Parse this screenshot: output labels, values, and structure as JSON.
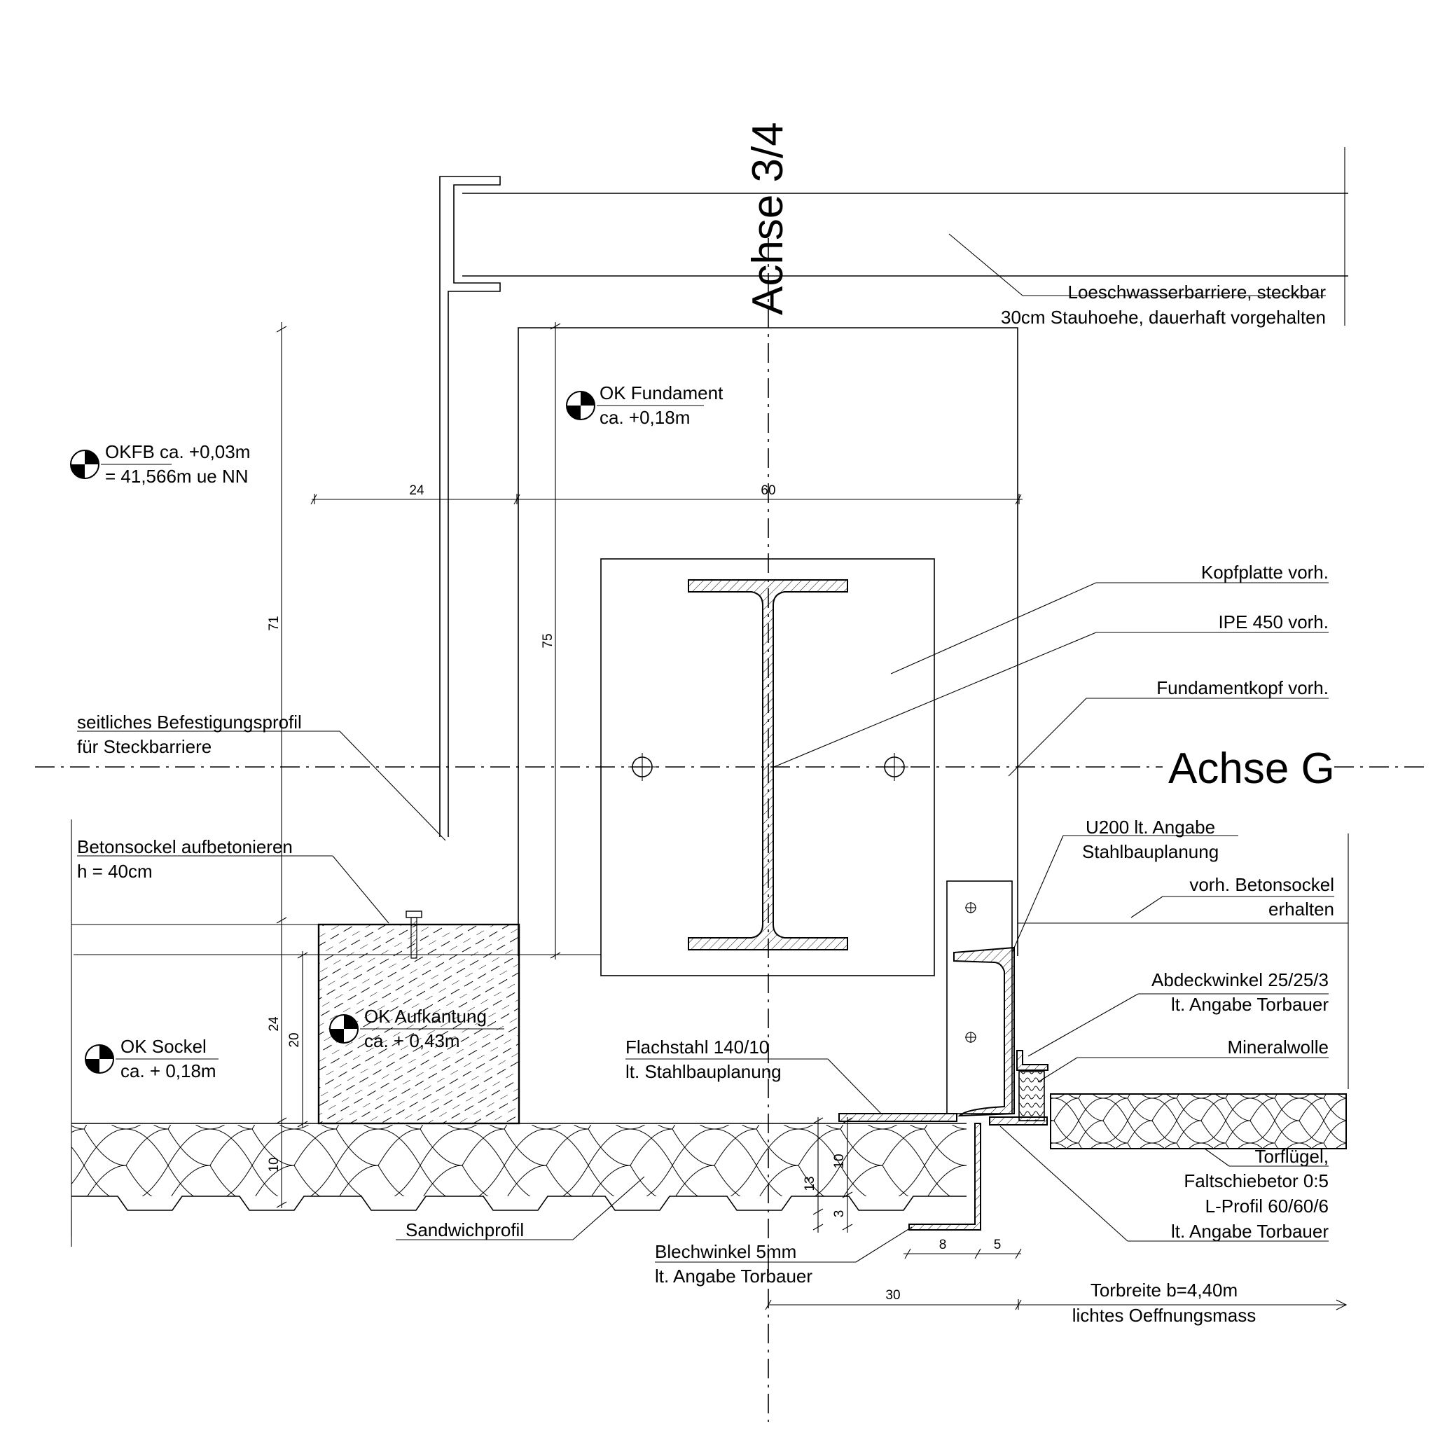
{
  "axes": {
    "vertical": "Achse 3/4",
    "horizontal": "Achse G"
  },
  "levels": {
    "okfb": {
      "line1": "OKFB ca. +0,03m",
      "line2": "= 41,566m ue NN"
    },
    "ok_fundament": {
      "line1": "OK Fundament",
      "line2": "ca. +0,18m"
    },
    "ok_aufkantung": {
      "line1": "OK Aufkantung",
      "line2": "ca. + 0,43m"
    },
    "ok_sockel": {
      "line1": "OK Sockel",
      "line2": "ca. + 0,18m"
    }
  },
  "labels": {
    "loeschwasser": {
      "line1": "Loeschwasserbarriere, steckbar",
      "line2": "30cm Stauhoehe, dauerhaft vorgehalten"
    },
    "kopfplatte": "Kopfplatte vorh.",
    "ipe": "IPE 450 vorh.",
    "fundamentkopf": "Fundamentkopf vorh.",
    "befestigung": {
      "line1": "seitliches Befestigungsprofil",
      "line2": "für Steckbarriere"
    },
    "betonsockel_neu": {
      "line1": "Betonsockel aufbetonieren",
      "line2": "h = 40cm"
    },
    "u200": {
      "line1": "U200 lt. Angabe",
      "line2": "Stahlbauplanung"
    },
    "betonsockel_vorh": {
      "line1": "vorh. Betonsockel",
      "line2": "erhalten"
    },
    "abdeckwinkel": {
      "line1": "Abdeckwinkel 25/25/3",
      "line2": "lt. Angabe Torbauer"
    },
    "mineralwolle": "Mineralwolle",
    "flachstahl": {
      "line1": "Flachstahl 140/10",
      "line2": "lt. Stahlbauplanung"
    },
    "torfluegel": {
      "line1": "Torflügel,",
      "line2": "Faltschiebetor 0:5",
      "line3": "L-Profil 60/60/6",
      "line4": "lt. Angabe Torbauer"
    },
    "sandwich": "Sandwichprofil",
    "blechwinkel": {
      "line1": "Blechwinkel 5mm",
      "line2": "lt. Angabe Torbauer"
    },
    "torbreite": {
      "line1": "Torbreite b=4,40m",
      "line2": "lichtes Oeffnungsmass"
    }
  },
  "dimensions": {
    "d24_top": "24",
    "d60": "60",
    "d71": "71",
    "d75": "75",
    "d24_left": "24",
    "d20": "20",
    "d10_left": "10",
    "d13": "13",
    "d10_right": "10",
    "d3": "3",
    "d8": "8",
    "d5": "5",
    "d30": "30"
  }
}
